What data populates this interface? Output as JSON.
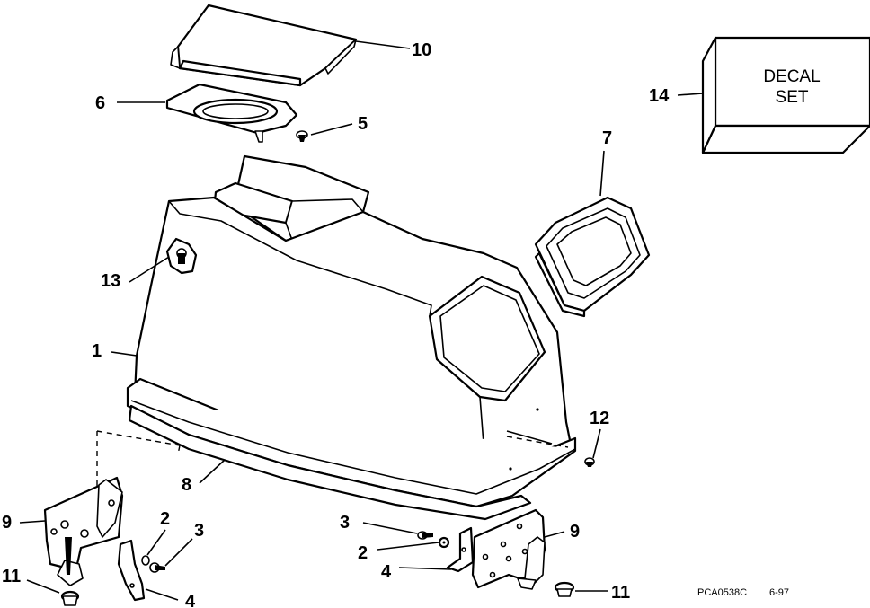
{
  "callouts": {
    "c1": "1",
    "c2a": "2",
    "c2b": "2",
    "c3a": "3",
    "c3b": "3",
    "c4a": "4",
    "c4b": "4",
    "c5": "5",
    "c6": "6",
    "c7": "7",
    "c8": "8",
    "c9a": "9",
    "c9b": "9",
    "c10": "10",
    "c11a": "11",
    "c11b": "11",
    "c12": "12",
    "c13": "13",
    "c14": "14"
  },
  "decal": {
    "line1": "DECAL",
    "line2": "SET"
  },
  "footer": {
    "code": "PCA0538C",
    "date": "6-97"
  }
}
